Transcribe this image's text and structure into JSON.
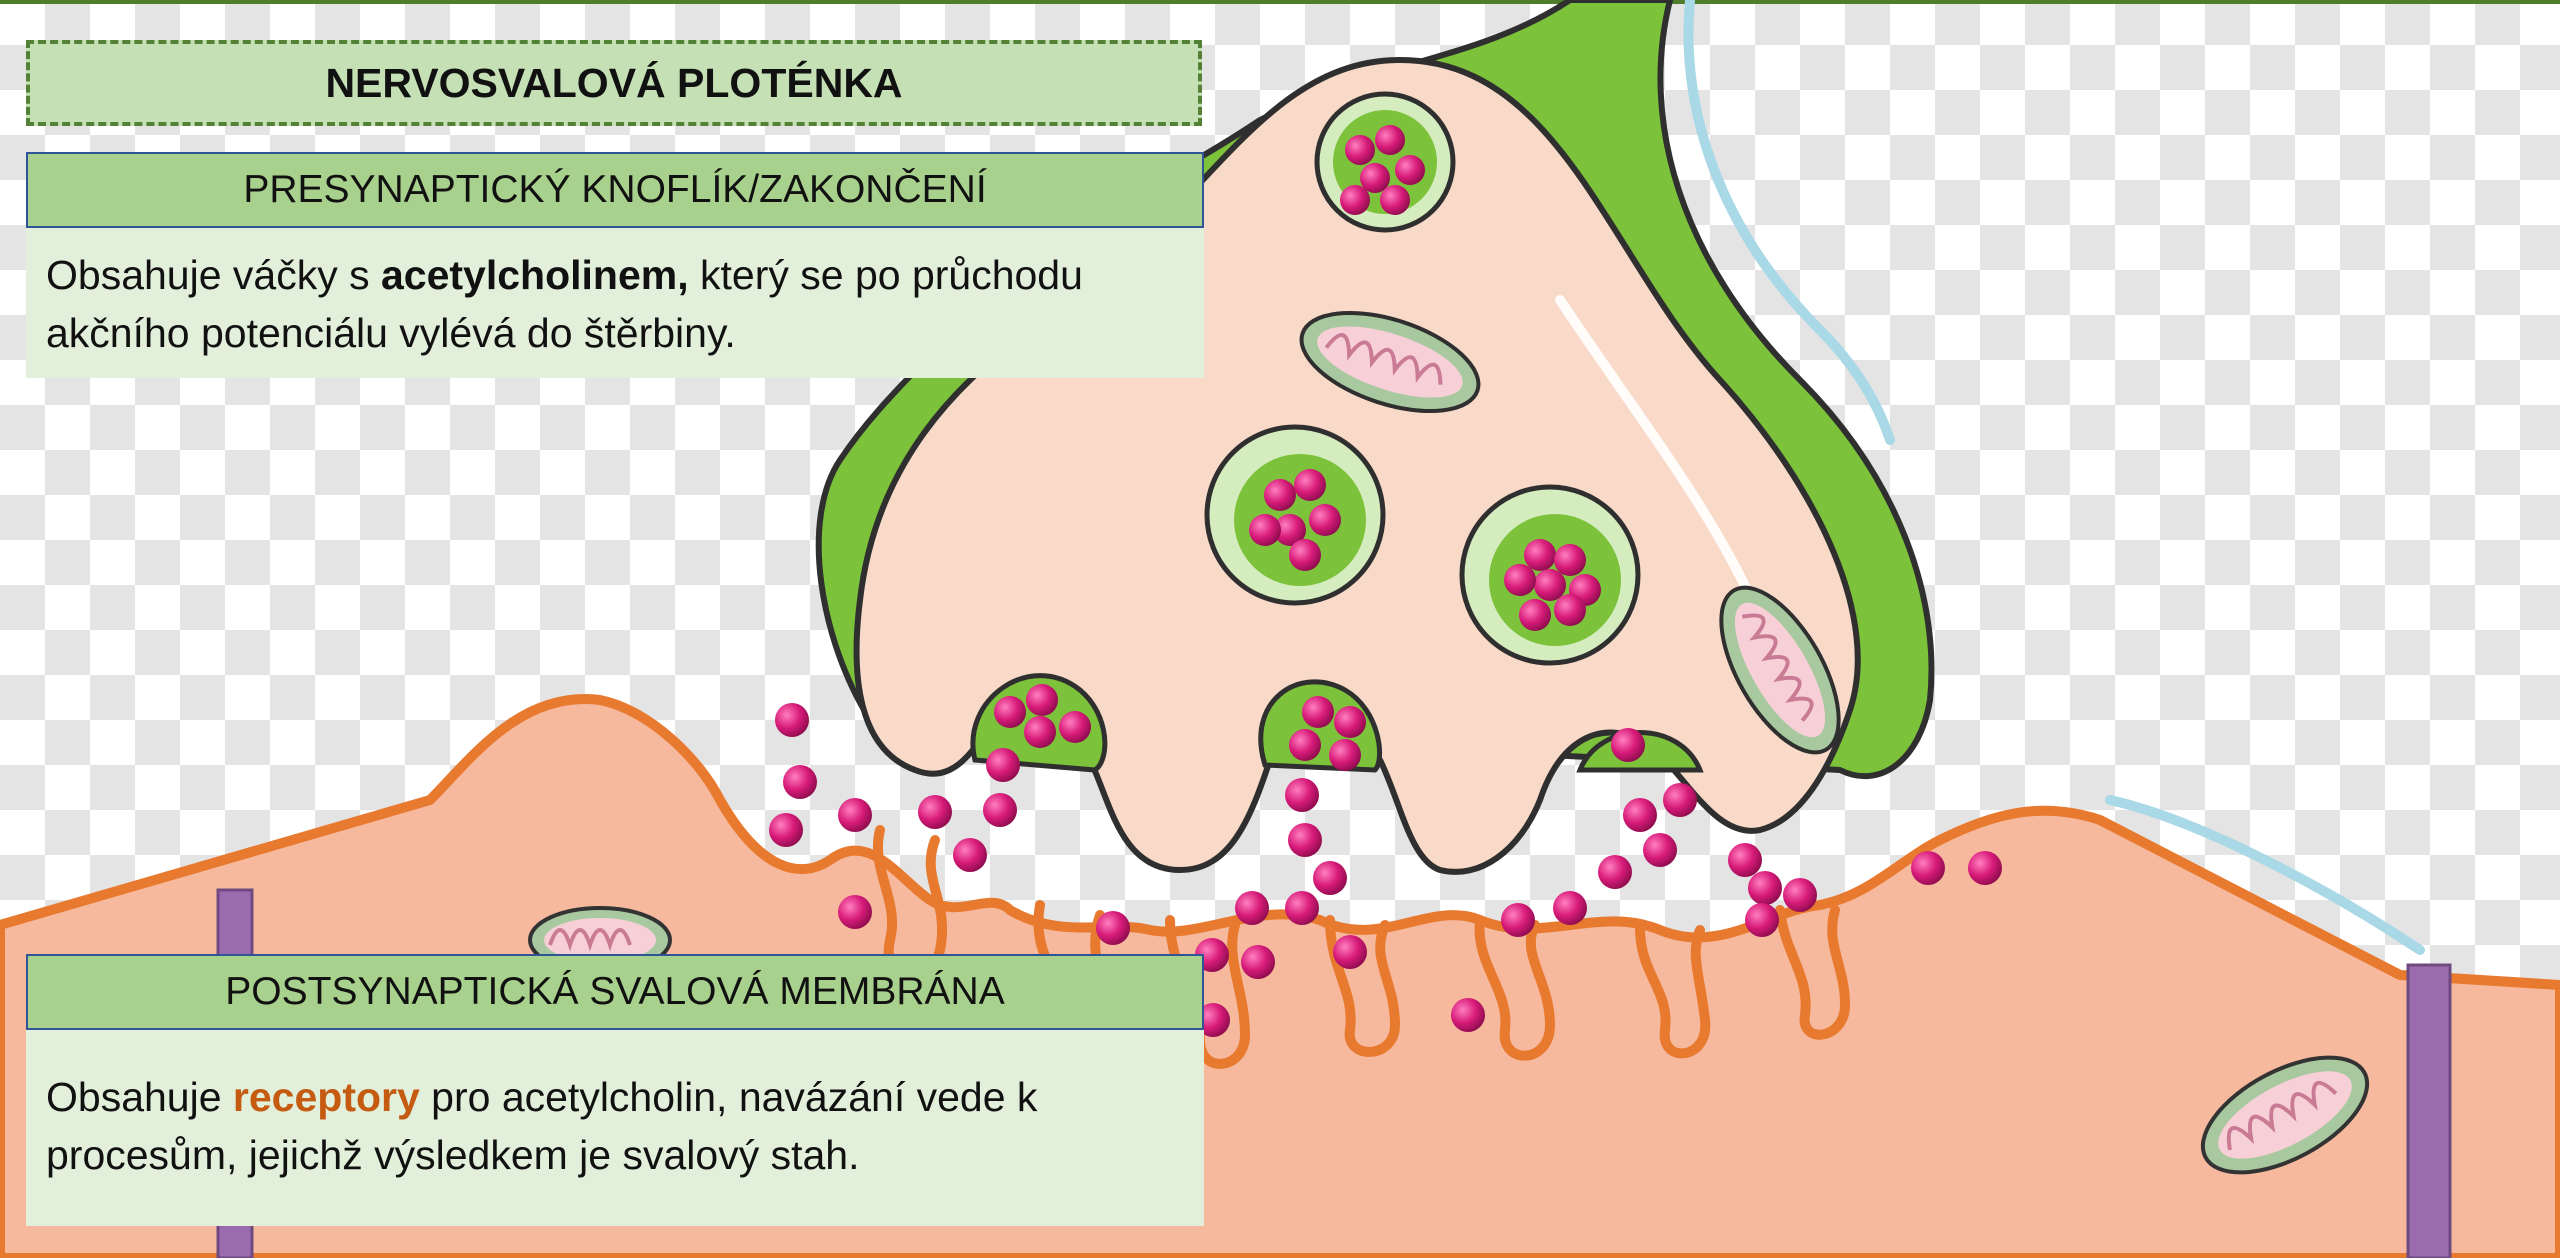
{
  "title": "NERVOSVALOVÁ PLOTÉNKA",
  "presynaptic": {
    "heading": "PRESYNAPTICKÝ KNOFLÍK/ZAKONČENÍ",
    "text_before": "Obsahuje váčky s ",
    "text_bold": "acetylcholinem,",
    "text_after": " který se po průchodu akčního potenciálu vylévá do štěrbiny."
  },
  "postsynaptic": {
    "heading": "POSTSYNAPTICKÁ SVALOVÁ MEMBRÁNA",
    "text_before": "Obsahuje ",
    "text_accent": "receptory",
    "text_after": " pro acetylcholin, navázání vede k procesům, jejichž výsledkem je svalový stah."
  },
  "colors": {
    "axon_green": "#7cc23a",
    "terminal_fill": "#f9d9c8",
    "muscle_fill": "#f6b99e",
    "membrane_orange": "#e87a30",
    "acetylcholine_magenta": "#d81b7a",
    "accent_orange": "#c55a11",
    "border_purple": "#9a6cad"
  }
}
